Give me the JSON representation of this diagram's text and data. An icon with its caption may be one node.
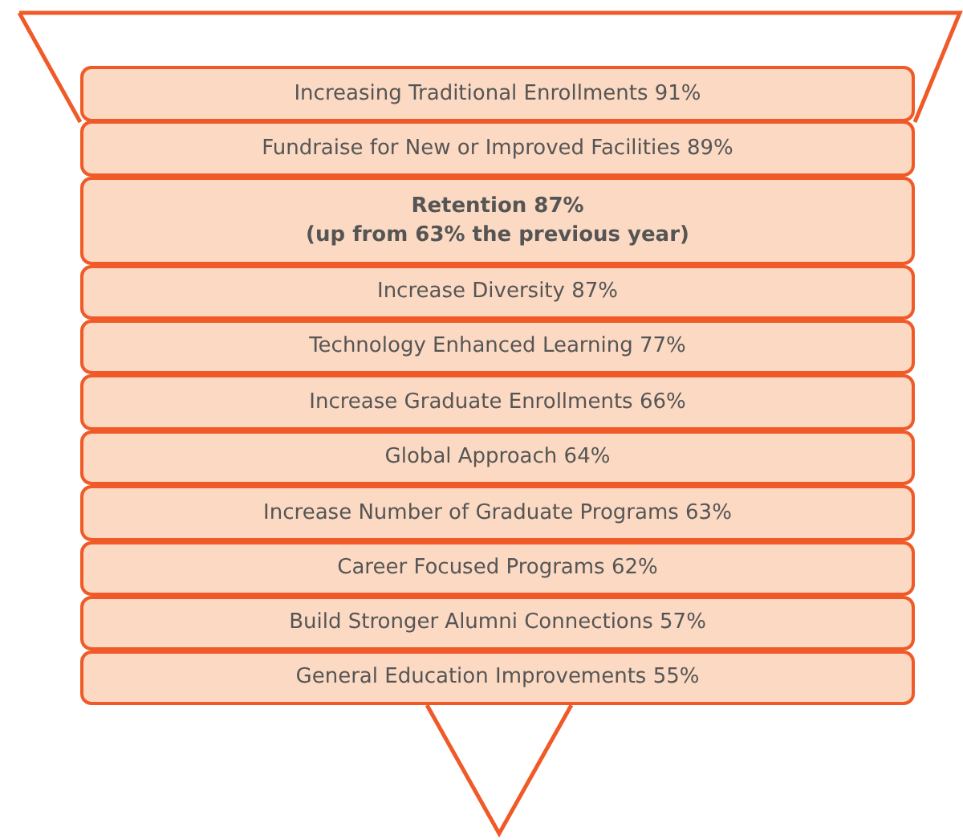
{
  "diagram": {
    "nodes": [
      {
        "text": [
          "Increasing Traditional Enrollments 91%"
        ]
      },
      {
        "text": [
          "Fundraise for New or Improved Facilities 89%"
        ]
      },
      {
        "text": [
          "Retention 87%",
          "(up from 63% the previous year)"
        ]
      },
      {
        "text": [
          "Increase Diversity 87%"
        ]
      },
      {
        "text": [
          "Technology Enhanced Learning 77%"
        ]
      },
      {
        "text": [
          "Increase Graduate Enrollments 66%"
        ]
      },
      {
        "text": [
          "Global Approach 64%"
        ]
      },
      {
        "text": [
          "Increase Number of Graduate Programs 63%"
        ]
      },
      {
        "text": [
          "Career Focused Programs 62%"
        ]
      },
      {
        "text": [
          "Build Stronger Alumni Connections 57%"
        ]
      },
      {
        "text": [
          "General Education Improvements 55%"
        ]
      }
    ]
  }
}
